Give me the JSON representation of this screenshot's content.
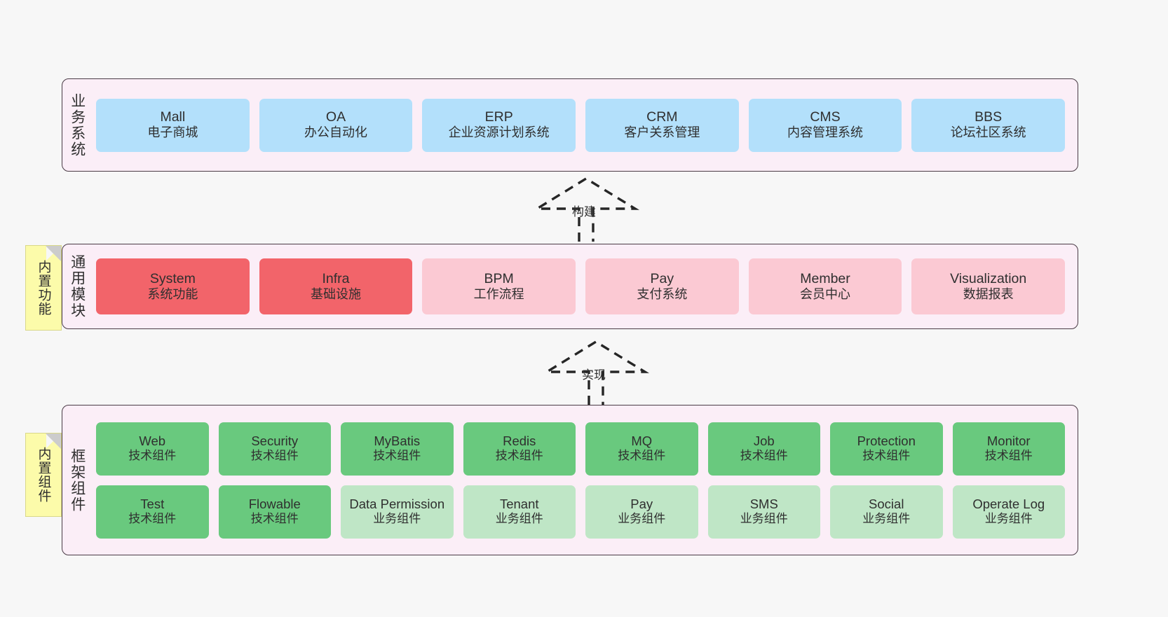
{
  "diagram": {
    "background": "#f7f7f7",
    "colors": {
      "layer_fill": "#fbeef7",
      "layer_border": "#4a3b46",
      "business": "#b3e0fb",
      "core_strong": "#f2646a",
      "core_soft": "#fbc9d3",
      "tech_component": "#69c97e",
      "biz_component": "#bfe6c6",
      "note": "#fcfbaa"
    }
  },
  "notes": [
    {
      "id": "builtin-function",
      "label": "内置功能"
    },
    {
      "id": "builtin-component",
      "label": "内置组件"
    }
  ],
  "connectors": [
    {
      "id": "build",
      "label": "构建",
      "style": "dashed-hollow-arrow-up"
    },
    {
      "id": "implement",
      "label": "实现",
      "style": "dashed-hollow-arrow-up"
    }
  ],
  "layers": [
    {
      "id": "business",
      "title": "业务系统",
      "rows": [
        {
          "cells": [
            {
              "en": "Mall",
              "cn": "电子商城",
              "color": "c-blue"
            },
            {
              "en": "OA",
              "cn": "办公自动化",
              "color": "c-blue"
            },
            {
              "en": "ERP",
              "cn": "企业资源计划系统",
              "color": "c-blue"
            },
            {
              "en": "CRM",
              "cn": "客户关系管理",
              "color": "c-blue"
            },
            {
              "en": "CMS",
              "cn": "内容管理系统",
              "color": "c-blue"
            },
            {
              "en": "BBS",
              "cn": "论坛社区系统",
              "color": "c-blue"
            }
          ]
        }
      ]
    },
    {
      "id": "common",
      "title": "通用模块",
      "rows": [
        {
          "cells": [
            {
              "en": "System",
              "cn": "系统功能",
              "color": "c-red"
            },
            {
              "en": "Infra",
              "cn": "基础设施",
              "color": "c-red"
            },
            {
              "en": "BPM",
              "cn": "工作流程",
              "color": "c-pink"
            },
            {
              "en": "Pay",
              "cn": "支付系统",
              "color": "c-pink"
            },
            {
              "en": "Member",
              "cn": "会员中心",
              "color": "c-pink"
            },
            {
              "en": "Visualization",
              "cn": "数据报表",
              "color": "c-pink"
            }
          ]
        }
      ]
    },
    {
      "id": "frame",
      "title": "框架组件",
      "rows": [
        {
          "cells": [
            {
              "en": "Web",
              "cn": "技术组件",
              "color": "c-green"
            },
            {
              "en": "Security",
              "cn": "技术组件",
              "color": "c-green"
            },
            {
              "en": "MyBatis",
              "cn": "技术组件",
              "color": "c-green"
            },
            {
              "en": "Redis",
              "cn": "技术组件",
              "color": "c-green"
            },
            {
              "en": "MQ",
              "cn": "技术组件",
              "color": "c-green"
            },
            {
              "en": "Job",
              "cn": "技术组件",
              "color": "c-green"
            },
            {
              "en": "Protection",
              "cn": "技术组件",
              "color": "c-green"
            },
            {
              "en": "Monitor",
              "cn": "技术组件",
              "color": "c-green"
            }
          ]
        },
        {
          "cells": [
            {
              "en": "Test",
              "cn": "技术组件",
              "color": "c-green"
            },
            {
              "en": "Flowable",
              "cn": "技术组件",
              "color": "c-green"
            },
            {
              "en": "Data Permission",
              "cn": "业务组件",
              "color": "c-green-light"
            },
            {
              "en": "Tenant",
              "cn": "业务组件",
              "color": "c-green-light"
            },
            {
              "en": "Pay",
              "cn": "业务组件",
              "color": "c-green-light"
            },
            {
              "en": "SMS",
              "cn": "业务组件",
              "color": "c-green-light"
            },
            {
              "en": "Social",
              "cn": "业务组件",
              "color": "c-green-light"
            },
            {
              "en": "Operate Log",
              "cn": "业务组件",
              "color": "c-green-light"
            }
          ]
        }
      ]
    }
  ]
}
